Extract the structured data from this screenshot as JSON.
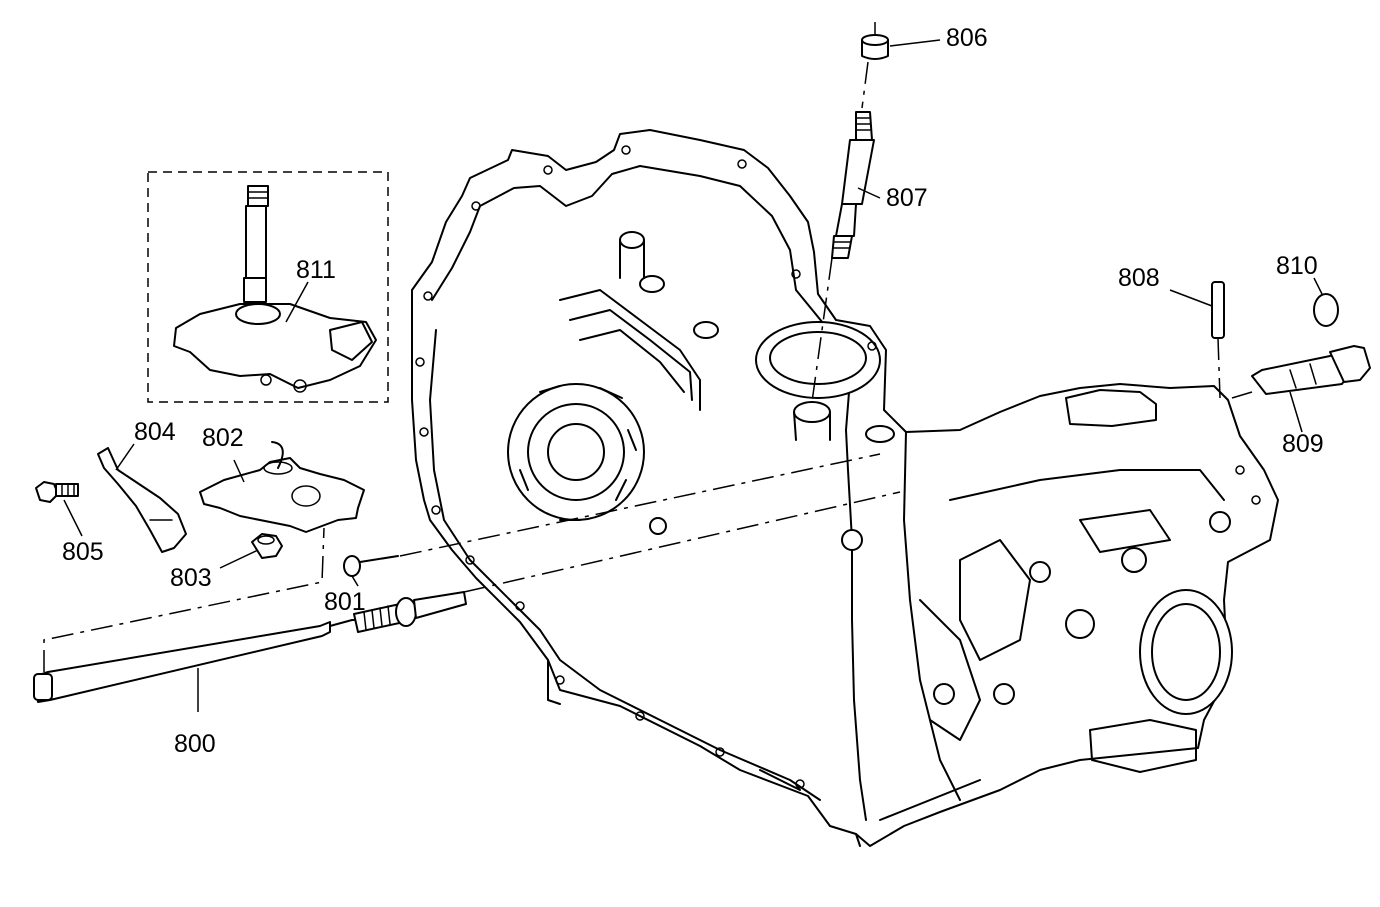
{
  "callouts": {
    "c800": "800",
    "c801": "801",
    "c802": "802",
    "c803": "803",
    "c804": "804",
    "c805": "805",
    "c806": "806",
    "c807": "807",
    "c808": "808",
    "c809": "809",
    "c810": "810",
    "c811": "811"
  },
  "colors": {
    "line": "#000000",
    "background": "#ffffff"
  }
}
